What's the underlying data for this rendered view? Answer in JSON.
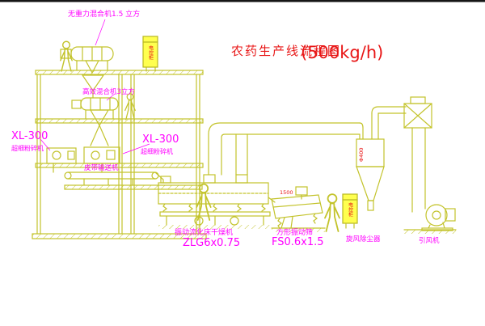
{
  "title": {
    "text": "农药生产线流程图",
    "capacity": "(500kg/h)"
  },
  "labels": {
    "top_mixer": "无重力混合机1.5 立方",
    "mid_mixer": "高效混合机3立方",
    "left_mill_model": "XL-300",
    "left_mill_name": "超细粉碎机",
    "center_mill_model": "XL-300",
    "center_mill_name": "超细粉碎机",
    "belt_conveyor": "皮带输送机",
    "dryer_name": "振动流化床干燥机",
    "dryer_model": "ZLG6x0.75",
    "screen_name": "方形振动筛",
    "screen_model": "FS0.6x1.5",
    "cyclone": "旋风除尘器",
    "fan": "引风机"
  },
  "annotations": {
    "cabinet_top": "电控柜",
    "cabinet_mid": "电控柜",
    "cyclone_dim": "Φ400",
    "screen_dim": "1500"
  },
  "colors": {
    "line": "#c3c32b",
    "label": "#ff00ff",
    "title": "#e81616",
    "cabinet_fill": "#ffff4f"
  }
}
